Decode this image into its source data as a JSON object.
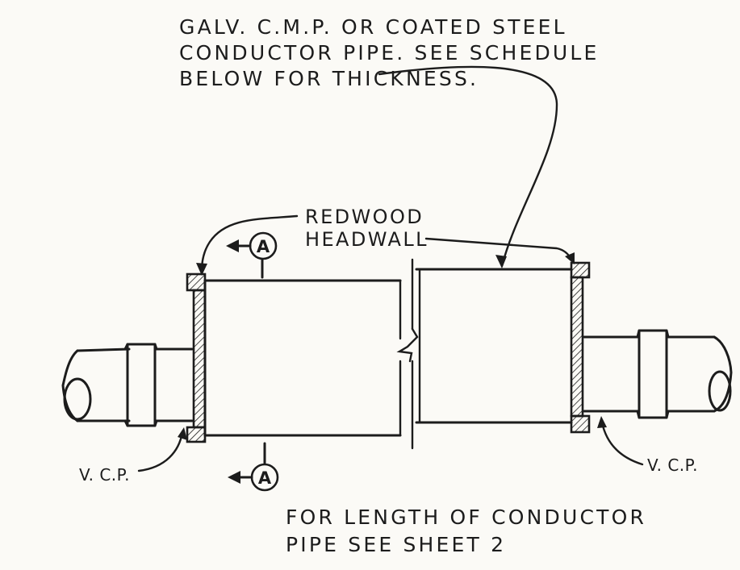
{
  "notes": {
    "pipe_note": [
      "GALV. C.M.P. OR COATED  STEEL",
      "CONDUCTOR  PIPE. SEE SCHEDULE",
      "BELOW  FOR  THICKNESS."
    ],
    "headwall_label": [
      "REDWOOD",
      "HEADWALL"
    ],
    "length_note": [
      "FOR  LENGTH  OF  CONDUCTOR",
      "PIPE   SEE   SHEET   2"
    ]
  },
  "labels": {
    "vcp_left": "V. C.P.",
    "vcp_right": "V. C.P."
  },
  "section_markers": {
    "top": "A",
    "bottom": "A"
  }
}
